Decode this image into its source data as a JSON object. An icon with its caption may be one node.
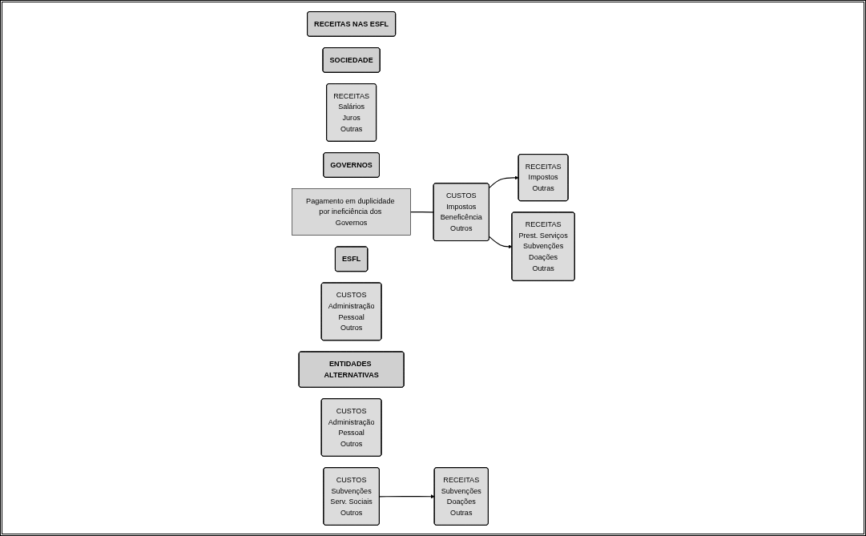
{
  "diagram": {
    "nodes": [
      {
        "text": [
          "RECEITAS NAS ESFL"
        ]
      },
      {
        "text": [
          "SOCIEDADE"
        ]
      },
      {
        "text": [
          "RECEITAS",
          "Salários",
          "Juros",
          "Outras"
        ]
      },
      {
        "text": [
          "CUSTOS",
          "Impostos",
          "Beneficência",
          "Outros"
        ]
      },
      {
        "text": [
          "GOVERNOS"
        ]
      },
      {
        "text": [
          "RECEITAS",
          "Impostos",
          "Outras"
        ]
      },
      {
        "text": [
          "CUSTOS",
          "Subvenções",
          "Serv. Sociais",
          "Outros"
        ]
      },
      {
        "text": [
          "ESFL"
        ]
      },
      {
        "text": [
          "RECEITAS",
          "Subvenções",
          "Doações",
          "Outras"
        ]
      },
      {
        "text": [
          "CUSTOS",
          "Administração",
          "Pessoal",
          "Outros"
        ]
      },
      {
        "text": [
          "ENTIDADES ALTERNATIVAS"
        ]
      },
      {
        "text": [
          "RECEITAS",
          "Prest. Serviços",
          "Subvenções",
          "Doações",
          "Outras"
        ]
      },
      {
        "text": [
          "CUSTOS",
          "Administração",
          "Pessoal",
          "Outros"
        ]
      },
      {
        "text": [
          "Pagamento em duplicidade por ineficiência dos Governos"
        ]
      }
    ],
    "edges": [
      {
        "from": 3,
        "to": 5,
        "arrow": "to"
      },
      {
        "from": 6,
        "to": 8,
        "arrow": "to"
      },
      {
        "from": 3,
        "to": 11,
        "arrow": "to"
      },
      {
        "from": 13,
        "to": 3,
        "arrow": "none"
      }
    ]
  }
}
